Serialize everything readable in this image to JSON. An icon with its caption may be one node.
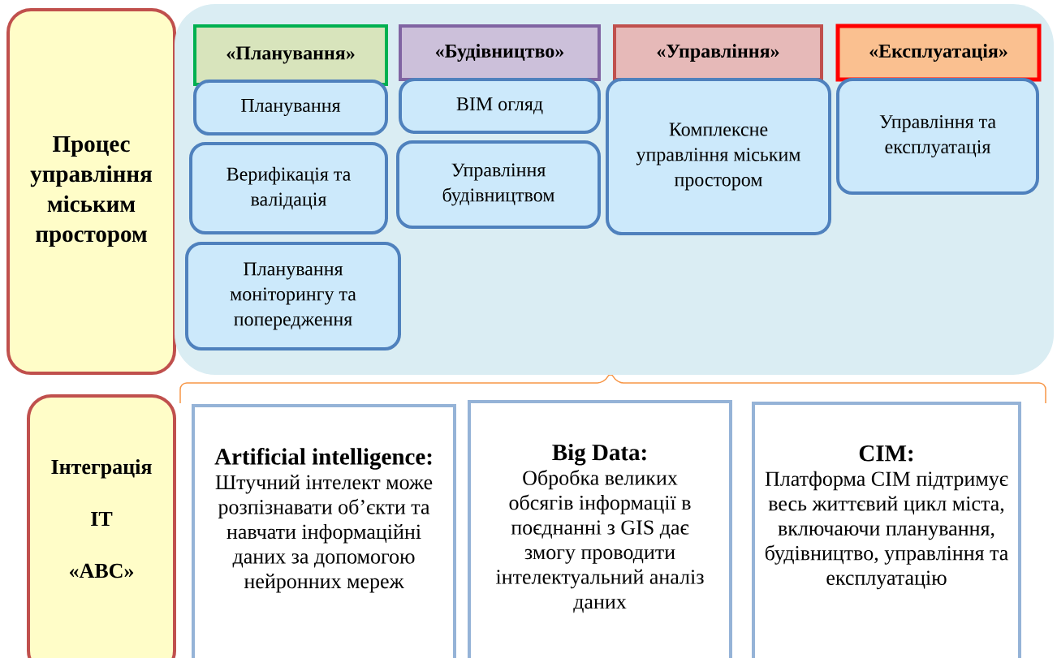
{
  "diagram": {
    "nodes": [
      {
        "text": [
          "Процес управління міським простором"
        ]
      },
      {
        "text": [],
        "shape": "box"
      },
      {
        "text": [
          "«Планування»"
        ],
        "in": 1
      },
      {
        "text": [
          "«Будівництво»"
        ],
        "in": 1
      },
      {
        "text": [
          "«Управління»"
        ],
        "in": 1
      },
      {
        "text": [
          "«Експлуатація»"
        ],
        "in": 1
      },
      {
        "text": [
          "Планування"
        ],
        "in": 1
      },
      {
        "text": [
          "Верифікація та валідація"
        ],
        "in": 1
      },
      {
        "text": [
          "Планування моніторингу та попередження"
        ],
        "in": 1
      },
      {
        "text": [
          "BIM огляд"
        ],
        "in": 1
      },
      {
        "text": [
          "Управління будівництвом"
        ],
        "in": 1
      },
      {
        "text": [
          "Комплексне управління міським простором"
        ],
        "in": 1
      },
      {
        "text": [
          "Управління та експлуатація"
        ],
        "in": 1
      },
      {
        "text": [
          "Інтеграція",
          "IT",
          "«ABC»"
        ]
      },
      {
        "text": [
          "Artificial intelligence:",
          "Штучний інтелект може розпізнавати об’єкти та навчати інформаційні даних за допомогою нейронних мереж"
        ]
      },
      {
        "text": [
          "Big Data:",
          "Обробка великих обсягів інформації в поєднанні з GIS дає змогу проводити інтелектуальний аналіз даних"
        ]
      },
      {
        "text": [
          "CIM:",
          "Платформа CIM підтримує весь життєвий цикл міста, включаючи планування, будівництво, управління та експлуатацію"
        ]
      }
    ]
  }
}
